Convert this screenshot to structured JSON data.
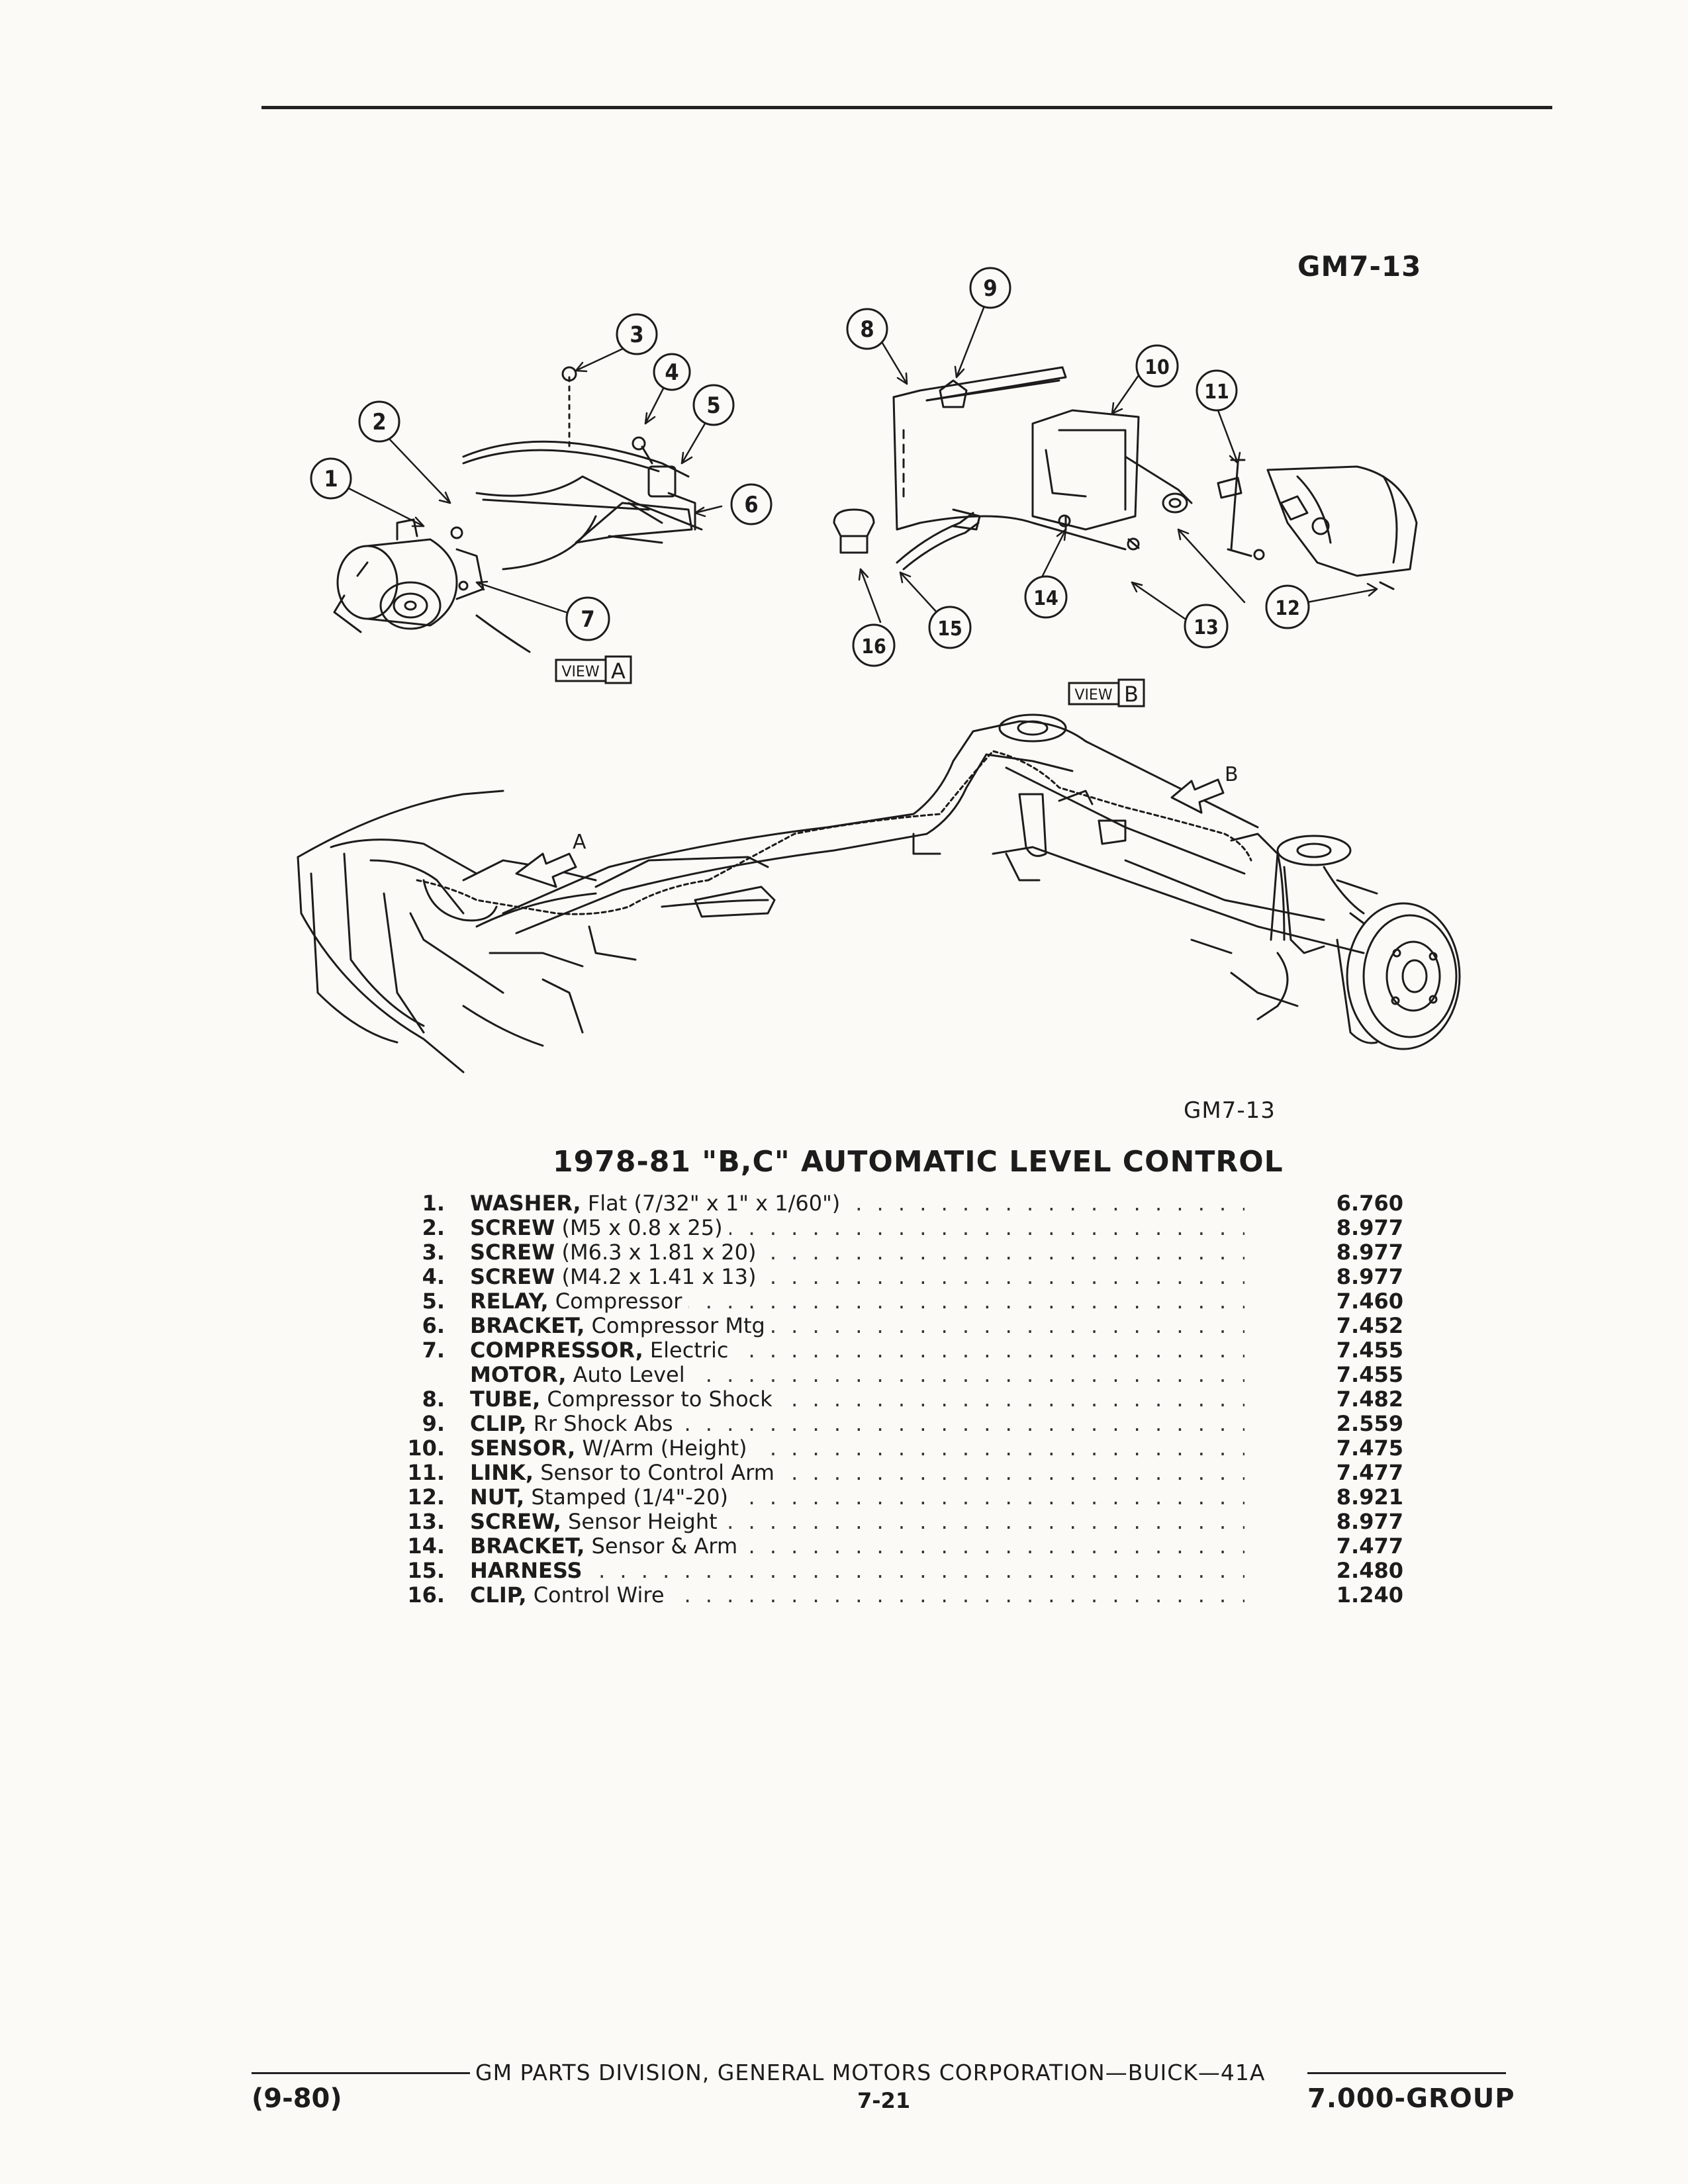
{
  "figure_code_top": "GM7-13",
  "figure_code_bottom": "GM7-13",
  "view_labels": {
    "a_box": "VIEW",
    "a_letter": "A",
    "b_box": "VIEW",
    "b_letter": "B"
  },
  "arrow_letters": {
    "a": "A",
    "b": "B"
  },
  "callouts": [
    "1",
    "2",
    "3",
    "4",
    "5",
    "6",
    "7",
    "8",
    "9",
    "10",
    "11",
    "12",
    "13",
    "14",
    "15",
    "16"
  ],
  "title": "1978-81 \"B,C\" AUTOMATIC LEVEL CONTROL",
  "parts": [
    {
      "num": "1.",
      "name": "WASHER,",
      "desc": "Flat (7/32\" x 1\" x 1/60\")",
      "code": "6.760"
    },
    {
      "num": "2.",
      "name": "SCREW",
      "desc": "(M5 x 0.8 x 25)",
      "code": "8.977"
    },
    {
      "num": "3.",
      "name": "SCREW",
      "desc": "(M6.3 x 1.81 x 20)",
      "code": "8.977"
    },
    {
      "num": "4.",
      "name": "SCREW",
      "desc": "(M4.2 x 1.41 x 13)",
      "code": "8.977"
    },
    {
      "num": "5.",
      "name": "RELAY,",
      "desc": "Compressor",
      "code": "7.460"
    },
    {
      "num": "6.",
      "name": "BRACKET,",
      "desc": "Compressor Mtg",
      "code": "7.452"
    },
    {
      "num": "7.",
      "name": "COMPRESSOR,",
      "desc": "Electric",
      "code": "7.455"
    },
    {
      "num": "",
      "name": "MOTOR,",
      "desc": "Auto Level",
      "code": "7.455"
    },
    {
      "num": "8.",
      "name": "TUBE,",
      "desc": "Compressor to Shock",
      "code": "7.482"
    },
    {
      "num": "9.",
      "name": "CLIP,",
      "desc": "Rr Shock Abs",
      "code": "2.559"
    },
    {
      "num": "10.",
      "name": "SENSOR,",
      "desc": "W/Arm (Height)",
      "code": "7.475"
    },
    {
      "num": "11.",
      "name": "LINK,",
      "desc": "Sensor to Control Arm",
      "code": "7.477"
    },
    {
      "num": "12.",
      "name": "NUT,",
      "desc": "Stamped (1/4\"-20)",
      "code": "8.921"
    },
    {
      "num": "13.",
      "name": "SCREW,",
      "desc": "Sensor Height",
      "code": "8.977"
    },
    {
      "num": "14.",
      "name": "BRACKET,",
      "desc": "Sensor & Arm",
      "code": "7.477"
    },
    {
      "num": "15.",
      "name": "HARNESS",
      "desc": "",
      "code": "2.480"
    },
    {
      "num": "16.",
      "name": "CLIP,",
      "desc": "Control Wire",
      "code": "1.240"
    }
  ],
  "footer": {
    "corporation": "GM PARTS DIVISION, GENERAL MOTORS CORPORATION—BUICK—41A",
    "date": "(9-80)",
    "page": "7-21",
    "group": "7.000-GROUP"
  }
}
